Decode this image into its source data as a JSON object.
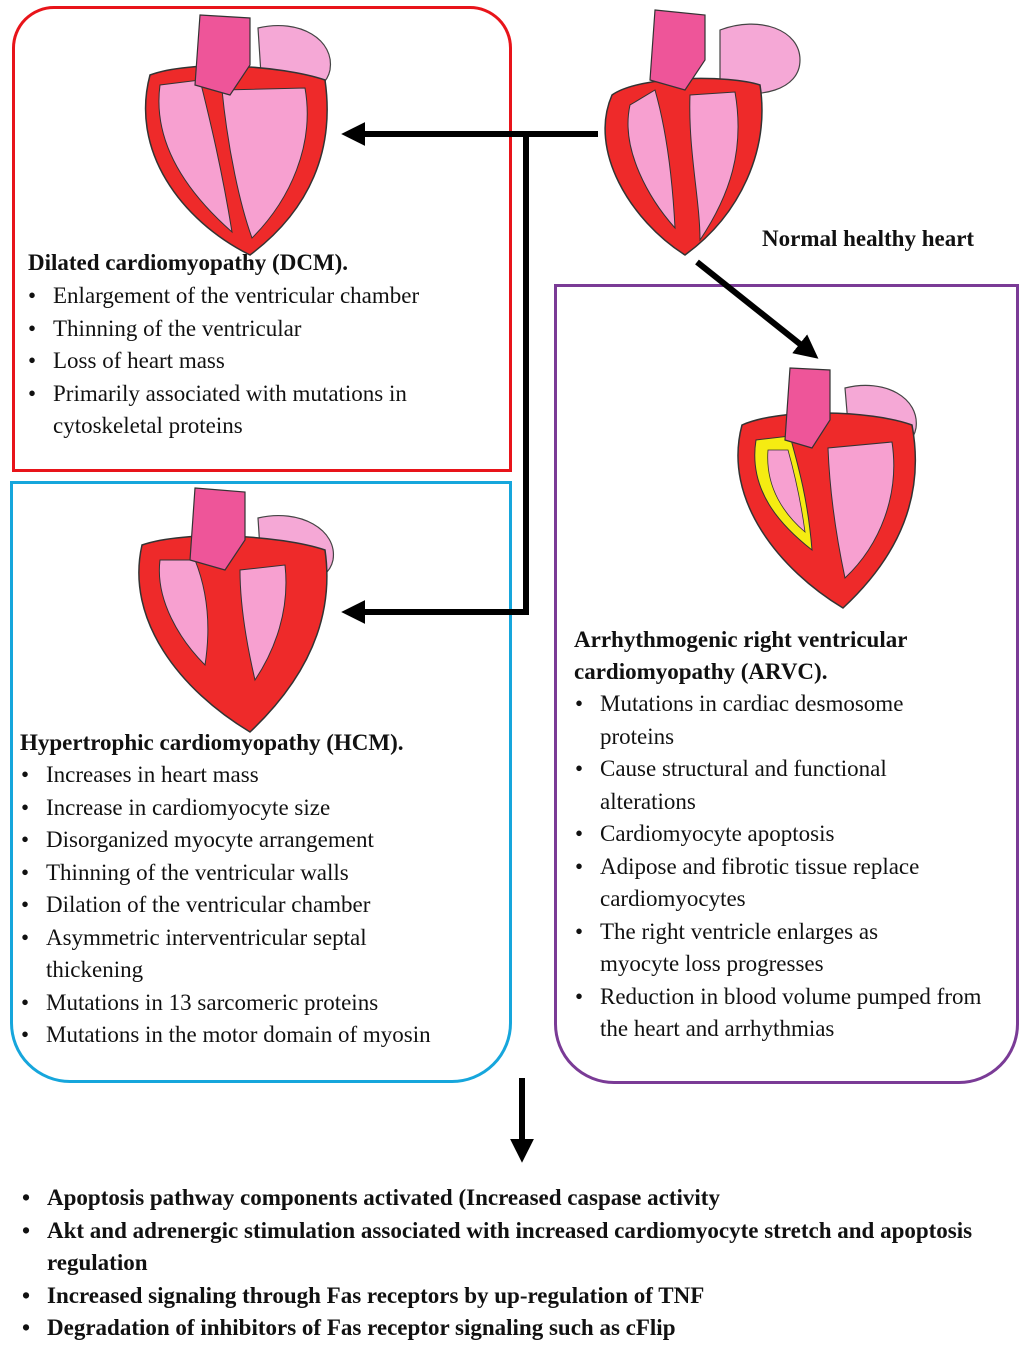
{
  "normal": {
    "label": "Normal healthy heart"
  },
  "dcm": {
    "title": "Dilated cardiomyopathy (DCM).",
    "items": [
      "Enlargement of the ventricular chamber",
      "Thinning of the ventricular",
      "Loss of heart mass",
      "Primarily associated with mutations in cytoskeletal proteins"
    ]
  },
  "hcm": {
    "title": "Hypertrophic cardiomyopathy (HCM).",
    "items": [
      "Increases in heart mass",
      "Increase in cardiomyocyte size",
      "Disorganized myocyte arrangement",
      "Thinning of the ventricular walls",
      "Dilation of the ventricular chamber",
      "Asymmetric interventricular septal thickening",
      "Mutations in 13 sarcomeric proteins",
      "Mutations in the motor domain of myosin"
    ]
  },
  "arvc": {
    "title_line1": "Arrhythmogenic right ventricular",
    "title_line2": "cardiomyopathy (ARVC).",
    "items": [
      "Mutations in cardiac desmosome proteins",
      "Cause structural and functional alterations",
      "Cardiomyocyte apoptosis",
      "Adipose and fibrotic tissue replace cardiomyocytes",
      "The right ventricle enlarges as myocyte loss progresses",
      "Reduction in blood volume pumped from the heart and arrhythmias"
    ]
  },
  "outcomes": {
    "items": [
      "Apoptosis pathway components activated (Increased caspase activity",
      "Akt and adrenergic stimulation associated with increased cardiomyocyte stretch and apoptosis regulation",
      "Increased signaling through Fas receptors by up-regulation of TNF",
      "Degradation of inhibitors of Fas receptor signaling such as cFlip"
    ]
  },
  "colors": {
    "dcm_border": "#e8141a",
    "hcm_border": "#16a6dc",
    "arvc_border": "#7a3b96",
    "muscle": "#ee2a2a",
    "chamber": "#f7a0d0",
    "vessel": "#ee5599",
    "atrium": "#f5a8d6",
    "fat": "#f5ec12"
  }
}
